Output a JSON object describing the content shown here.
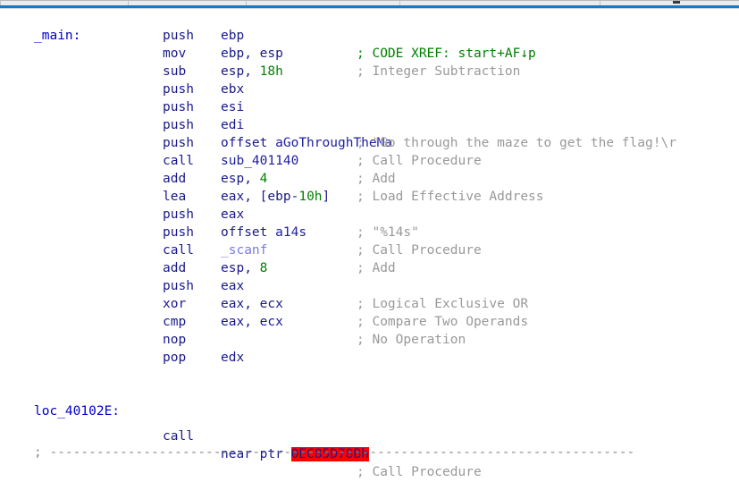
{
  "window": {
    "title": "IDA View-A",
    "accent_color": "#1679c4",
    "header_bg": "#ececed",
    "background": "#ffffff"
  },
  "colors": {
    "label": "#0000cd",
    "mnemonic": "#1a1a8c",
    "operand": "#1a1a8c",
    "name": "#2020a0",
    "number": "#008000",
    "import": "#7b7be6",
    "comment": "#999999",
    "xref_comment": "#008000",
    "separator": "#8a8a8a",
    "highlight_bg": "#ff0000",
    "highlight_fg": "#1a1a8c"
  },
  "disassembly": {
    "function_label": "_main:",
    "xref_comment": "; CODE XREF: start+AF↓p",
    "second_label": "loc_40102E:",
    "separator": "; ---------------------------------------------------------------------------",
    "highlighted_operand": "0EC85D78Bh",
    "lines": [
      {
        "mnemonic": "push",
        "operands": "ebp",
        "comment": ""
      },
      {
        "mnemonic": "mov",
        "operands": "ebp, esp",
        "comment": ""
      },
      {
        "mnemonic": "sub",
        "operands": "esp, 18h",
        "comment": "; Integer Subtraction"
      },
      {
        "mnemonic": "push",
        "operands": "ebx",
        "comment": ""
      },
      {
        "mnemonic": "push",
        "operands": "esi",
        "comment": ""
      },
      {
        "mnemonic": "push",
        "operands": "edi",
        "comment": ""
      },
      {
        "mnemonic": "push",
        "operands": "offset aGoThroughTheMa",
        "comment": "; \"Go through the maze to get the flag!\\r"
      },
      {
        "mnemonic": "call",
        "operands": "sub_401140",
        "comment": "; Call Procedure"
      },
      {
        "mnemonic": "add",
        "operands": "esp, 4",
        "comment": "; Add"
      },
      {
        "mnemonic": "lea",
        "operands": "eax, [ebp-10h]",
        "comment": "; Load Effective Address"
      },
      {
        "mnemonic": "push",
        "operands": "eax",
        "comment": ""
      },
      {
        "mnemonic": "push",
        "operands": "offset a14s",
        "comment": "; \"%14s\""
      },
      {
        "mnemonic": "call",
        "operands": "_scanf",
        "comment": "; Call Procedure"
      },
      {
        "mnemonic": "add",
        "operands": "esp, 8",
        "comment": "; Add"
      },
      {
        "mnemonic": "push",
        "operands": "eax",
        "comment": ""
      },
      {
        "mnemonic": "xor",
        "operands": "eax, ecx",
        "comment": "; Logical Exclusive OR"
      },
      {
        "mnemonic": "cmp",
        "operands": "eax, ecx",
        "comment": "; Compare Two Operands"
      },
      {
        "mnemonic": "nop",
        "operands": "",
        "comment": "; No Operation"
      },
      {
        "mnemonic": "pop",
        "operands": "edx",
        "comment": ""
      }
    ],
    "call_line": {
      "mnemonic": "call",
      "operand_prefix": "near ptr ",
      "operand_highlight": "0EC85D78Bh",
      "comment": "; Call Procedure"
    }
  }
}
